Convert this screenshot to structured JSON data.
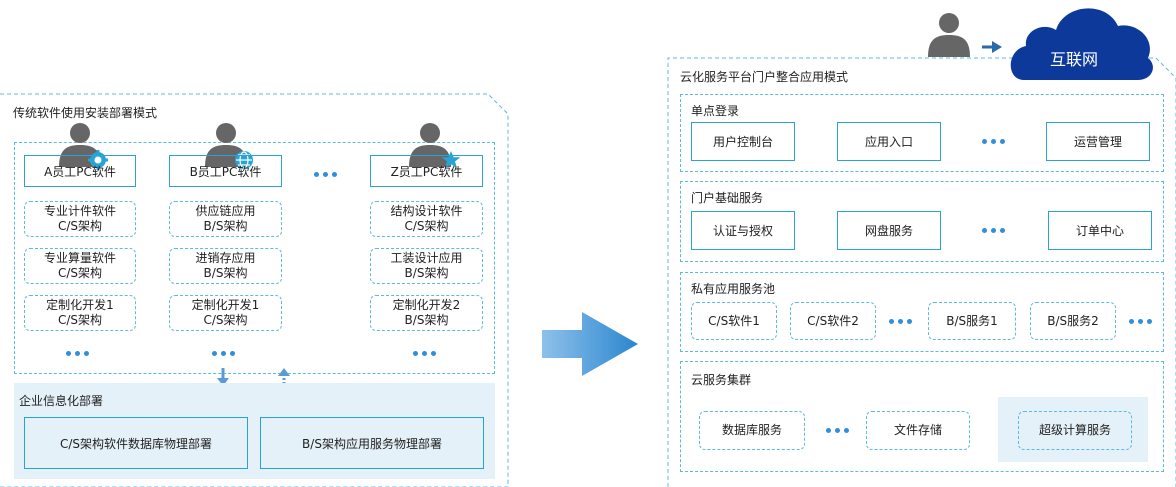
{
  "left": {
    "title": "传统软件使用安装部署模式",
    "employees": [
      {
        "label": "A员工PC软件",
        "badge": "gear-icon"
      },
      {
        "label": "B员工PC软件",
        "badge": "globe-icon"
      },
      {
        "label": "Z员工PC软件",
        "badge": "star-icon"
      }
    ],
    "columns": [
      [
        {
          "l1": "专业计件软件",
          "l2": "C/S架构"
        },
        {
          "l1": "专业算量软件",
          "l2": "C/S架构"
        },
        {
          "l1": "定制化开发1",
          "l2": "C/S架构"
        }
      ],
      [
        {
          "l1": "供应链应用",
          "l2": "B/S架构"
        },
        {
          "l1": "进销存应用",
          "l2": "B/S架构"
        },
        {
          "l1": "定制化开发1",
          "l2": "C/S架构"
        }
      ],
      [
        {
          "l1": "结构设计软件",
          "l2": "C/S架构"
        },
        {
          "l1": "工装设计应用",
          "l2": "B/S架构"
        },
        {
          "l1": "定制化开发2",
          "l2": "B/S架构"
        }
      ]
    ],
    "enterprise": {
      "title": "企业信息化部署",
      "boxes": [
        "C/S架构软件数据库物理部署",
        "B/S架构应用服务物理部署"
      ]
    }
  },
  "right": {
    "cloud_label": "互联网",
    "title": "云化服务平台门户整合应用模式",
    "sso": {
      "title": "单点登录",
      "items": [
        "用户控制台",
        "应用入口",
        "运营管理"
      ]
    },
    "portal": {
      "title": "门户基础服务",
      "items": [
        "认证与授权",
        "网盘服务",
        "订单中心"
      ]
    },
    "pool": {
      "title": "私有应用服务池",
      "items": [
        "C/S软件1",
        "C/S软件2",
        "B/S服务1",
        "B/S服务2"
      ]
    },
    "cluster": {
      "title": "云服务集群",
      "items": [
        "数据库服务",
        "文件存储",
        "超级计算服务"
      ]
    }
  },
  "colors": {
    "accent": "#29a3d6",
    "dots": "#2f8fd8",
    "arrow": "#2b86cf",
    "cloud": "#0d3a9a",
    "user": "#666666"
  }
}
